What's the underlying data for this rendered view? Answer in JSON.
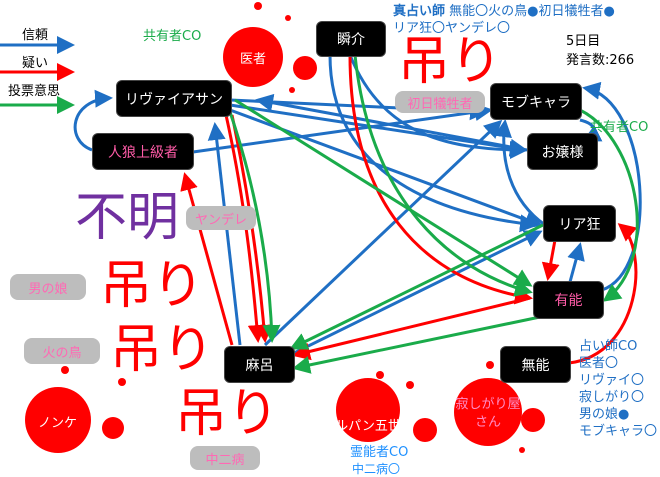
{
  "legend": [
    {
      "label": "信頼",
      "color": "#1f6fc4"
    },
    {
      "label": "疑い",
      "color": "#ff0000"
    },
    {
      "label": "投票意思",
      "color": "#1aab4a"
    }
  ],
  "header": {
    "day": "5日目",
    "posts": "発言数:266"
  },
  "seer_notes": {
    "line1_title": "真占い師",
    "line1": "無能〇火の鳥●初日犠牲者●",
    "line2": "リア狂〇ヤンデレ〇"
  },
  "co_left": "共有者CO",
  "co_right": "共有者CO",
  "nodes": {
    "shunsuke": "瞬介",
    "leviathan": "リヴァイアサン",
    "werewolf_pro": "人狼上級者",
    "mob": "モブキャラ",
    "ojousama": "お嬢様",
    "riakyo": "リア狂",
    "yuunou": "有能",
    "maro": "麻呂",
    "munou": "無能"
  },
  "dead": {
    "doctor": "医者",
    "nonke": "ノンケ",
    "lupin": "ルパン五世",
    "lonely": "寂しがり屋さん"
  },
  "lupin_notes": [
    "霊能者CO",
    "中二病〇"
  ],
  "munou_notes": [
    "占い師CO",
    "医者〇",
    "リヴァイ〇",
    "寂しがり〇",
    "男の娘●",
    "モブキャラ〇"
  ],
  "hanged": {
    "mark": "吊り",
    "unknown": "不明",
    "day1": "初日犠牲者",
    "yandere": "ヤンデレ",
    "otokonoko": "男の娘",
    "hinotori": "火の鳥",
    "chuni": "中二病"
  },
  "colors": {
    "trust": "#1f6fc4",
    "doubt": "#ff0000",
    "vote": "#1aab4a"
  }
}
